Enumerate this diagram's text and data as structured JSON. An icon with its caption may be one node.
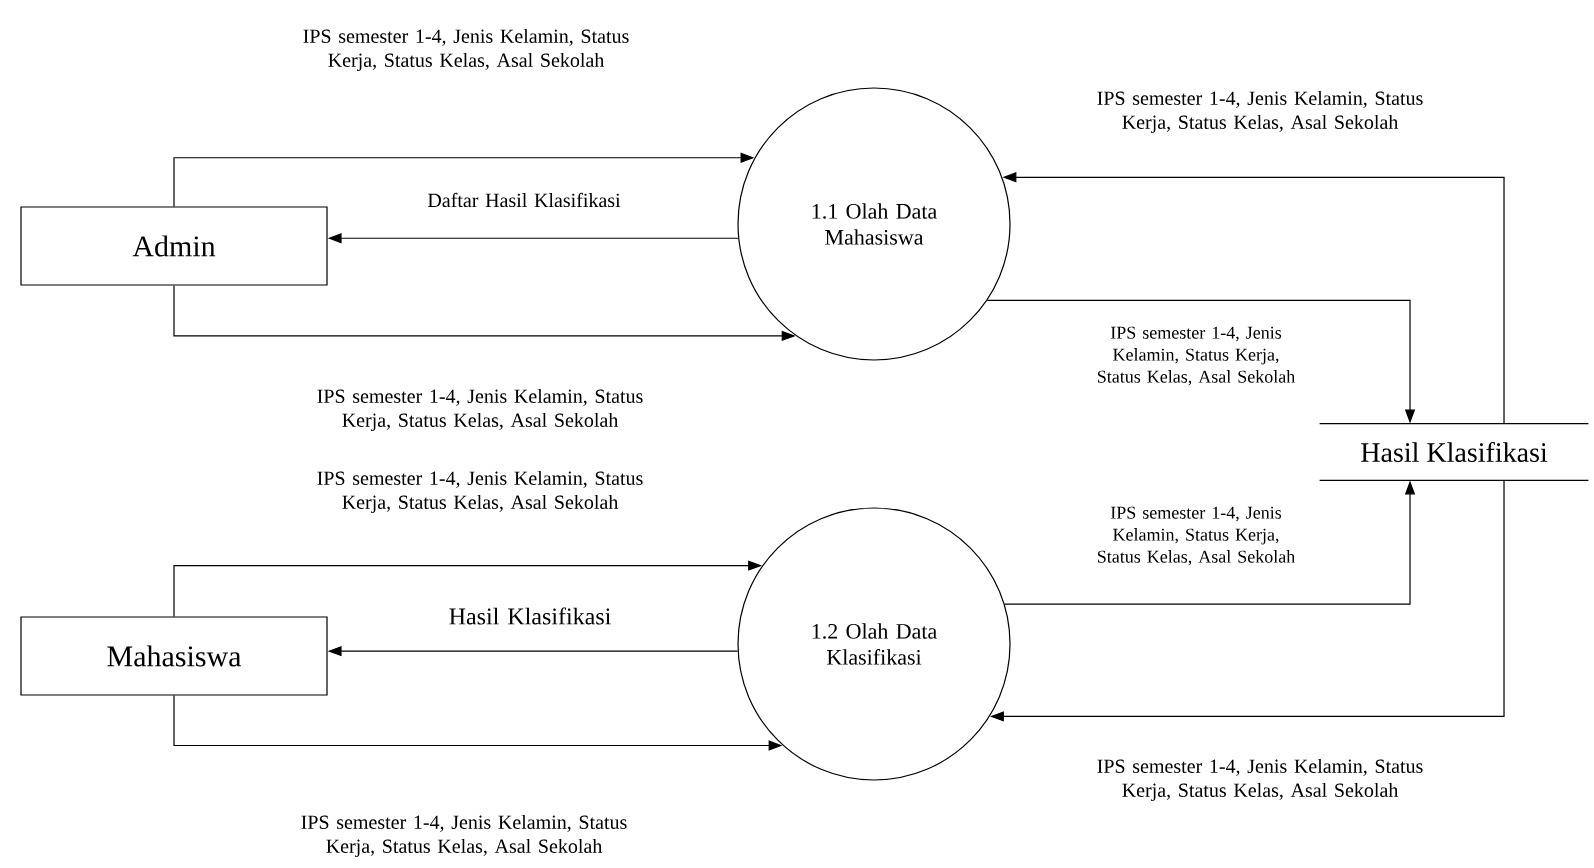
{
  "diagram": {
    "nodes": [
      {
        "text": [
          "Admin"
        ]
      },
      {
        "text": [
          "1.1 Olah Data Mahasiswa"
        ]
      },
      {
        "text": [
          "Hasil Klasifikasi"
        ]
      },
      {
        "text": [
          "Mahasiswa"
        ]
      },
      {
        "text": [
          "1.2 Olah Data Klasifikasi"
        ]
      }
    ],
    "edges": [
      {
        "from": 0,
        "to": 1,
        "arrow": "to",
        "label": "IPS semester 1-4, Jenis Kelamin, Status Kerja, Status Kelas, Asal Sekolah"
      },
      {
        "from": 1,
        "to": 0,
        "arrow": "to",
        "label": "Daftar Hasil Klasifikasi"
      },
      {
        "from": 0,
        "to": 1,
        "arrow": "to",
        "label": "IPS semester 1-4, Jenis Kelamin, Status Kerja, Status Kelas, Asal Sekolah"
      },
      {
        "from": 2,
        "to": 1,
        "arrow": "to",
        "label": "IPS semester 1-4, Jenis Kelamin, Status Kerja, Status Kelas, Asal Sekolah"
      },
      {
        "from": 1,
        "to": 2,
        "arrow": "to",
        "label": "IPS semester 1-4, Jenis Kelamin, Status Kerja, Status Kelas, Asal Sekolah"
      },
      {
        "from": 3,
        "to": 4,
        "arrow": "to",
        "label": "IPS semester 1-4, Jenis Kelamin, Status Kerja, Status Kelas, Asal Sekolah"
      },
      {
        "from": 4,
        "to": 3,
        "arrow": "to",
        "label": "Hasil Klasifikasi"
      },
      {
        "from": 3,
        "to": 4,
        "arrow": "to",
        "label": "IPS semester 1-4, Jenis Kelamin, Status Kerja, Status Kelas, Asal Sekolah"
      },
      {
        "from": 4,
        "to": 2,
        "arrow": "to",
        "label": "IPS semester 1-4, Jenis Kelamin, Status Kerja, Status Kelas, Asal Sekolah"
      },
      {
        "from": 2,
        "to": 4,
        "arrow": "to",
        "label": "IPS semester 1-4, Jenis Kelamin, Status Kerja, Status Kelas, Asal Sekolah"
      }
    ]
  }
}
